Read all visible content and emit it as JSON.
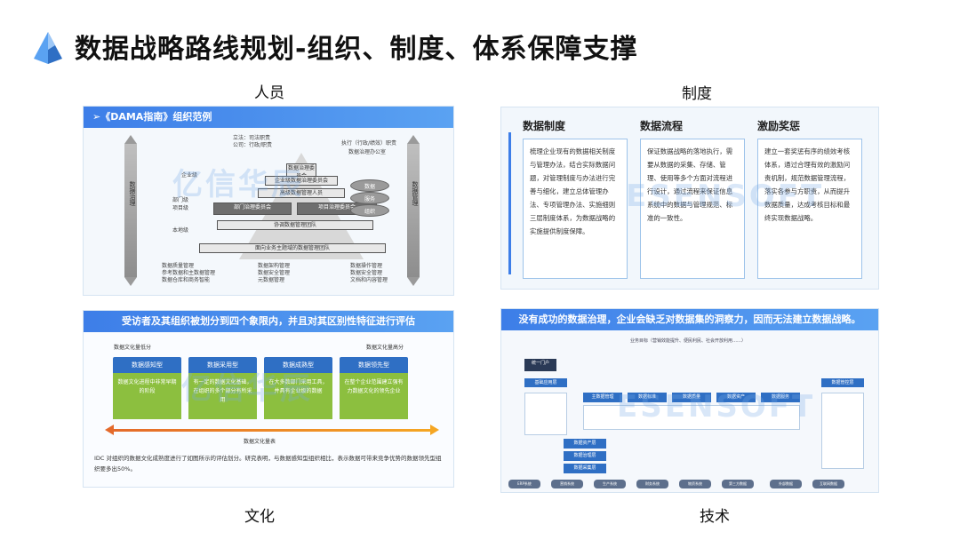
{
  "header": {
    "title": "数据战略路线规划-组织、制度、体系保障支撑"
  },
  "captions": {
    "people": "人员",
    "system": "制度",
    "culture": "文化",
    "tech": "技术"
  },
  "org_panel": {
    "heading": "➢《DAMA指南》组织范例",
    "left_arrow": "数据治理",
    "right_arrow": "数据管理",
    "left_tags": [
      "企业级",
      "部门级",
      "项目级",
      "本地级"
    ],
    "top_tag": "立法：司法职责",
    "top_tag2": "公司：行政/职责",
    "right_tag": "执行（行政/绩效）职责",
    "right_tag2": "数据治理办公室",
    "pyramid_levels": [
      "数据治理委员会",
      "企业级数据治理委员会",
      "高级数据管理人员",
      "部门治理委员会",
      "项目治理委员会",
      "协调数据管理团队",
      "面向业务主题域的数据管理团队"
    ],
    "disks": [
      "数据",
      "服务",
      "组织"
    ],
    "bottom_left": [
      "数据质量管理",
      "参考数据和主数据管理",
      "数据仓库和商务智能"
    ],
    "bottom_mid": [
      "数据架构管理",
      "数据安全管理",
      "元数据管理"
    ],
    "bottom_right": [
      "数据操作管理",
      "数据安全管理",
      "文档和内容管理"
    ]
  },
  "system_panel": {
    "columns": [
      {
        "title": "数据制度",
        "body": "梳理企业现有的数据相关制度与管理办法，结合实际数据问题，对管理制度与办法进行完善与细化，建立总体管理办法、专项管理办法、实施细则三层制度体系，为数据战略的实施提供制度保障。"
      },
      {
        "title": "数据流程",
        "body": "保证数据战略的落地执行，需要从数据的采集、存储、管理、使用等多个方面对流程进行设计，通过流程来保证信息系统中的数据与管理规范、标准的一致性。"
      },
      {
        "title": "激励奖惩",
        "body": "建立一套奖惩有序的绩效考核体系，通过合理有效的激励问责机制，规范数据管理流程，落实各参与方职责，从而提升数据质量，达成考核目标和最终实现数据战略。"
      }
    ]
  },
  "culture_panel": {
    "heading": "受访者及其组织被划分到四个象限内，并且对其区别性特征进行评估",
    "label_left": "数据文化量低分",
    "label_right": "数据文化量高分",
    "quadrants": [
      {
        "head": "数据感知型",
        "body": "数据文化进程中非常早期的阶段"
      },
      {
        "head": "数据采用型",
        "body": "有一定的数据文化基础，在组织的多个部分有所采用"
      },
      {
        "head": "数据成熟型",
        "body": "在大多数部门采用工具，并具有企业级的数据"
      },
      {
        "head": "数据领先型",
        "body": "在整个企业范围建立强有力数据文化的领先企业"
      }
    ],
    "axis_label": "数据文化量表",
    "footnote": "IDC 对组织的数据文化成熟度进行了如图所示的评估划分。研究表明，与数据感知型组织相比，表示数据可带来竞争优势的数据领先型组织要多出50%。"
  },
  "tech_panel": {
    "heading": "没有成功的数据治理，企业会缺乏对数据集的洞察力，因而无法建立数据战略。",
    "top_label": "业务目标（营销效能提升、便民利民、社会开放利用……）",
    "portal": "统一门户",
    "left_col": "基础应用层",
    "right_col": "数据管控层",
    "mid_rows": [
      "主数据管理",
      "数据标准",
      "数据质量",
      "数据资产",
      "数据服务"
    ],
    "layers": [
      "数据资产层",
      "数据治理层",
      "数据采集层"
    ],
    "sources": [
      "ERP系统",
      "营销系统",
      "生产系统",
      "财务系统",
      "物资系统",
      "第三方数据",
      "外部数据",
      "互联网数据"
    ]
  },
  "watermark": {
    "cn": "亿信华辰",
    "en": "ESENSOFT"
  },
  "colors": {
    "accent": "#3d7ee8",
    "green": "#8cbf3f",
    "orange": "#e46a2b",
    "dark_blue": "#2f6fc4"
  }
}
